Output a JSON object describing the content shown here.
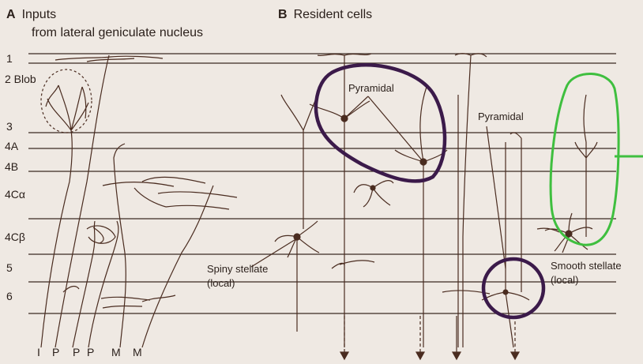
{
  "panel_a": {
    "letter": "A",
    "title_line1": "Inputs",
    "title_line2": "from lateral geniculate nucleus"
  },
  "panel_b": {
    "letter": "B",
    "title": "Resident cells"
  },
  "layers": [
    "1",
    "2 Blob",
    "3",
    "4A",
    "4B",
    "4Cα",
    "4Cβ",
    "5",
    "6"
  ],
  "axon_labels": [
    "I",
    "P",
    "P",
    "P",
    "M",
    "M"
  ],
  "cell_labels": {
    "pyramidal_1": "Pyramidal",
    "pyramidal_2": "Pyramidal",
    "spiny_stellate_line1": "Spiny stellate",
    "spiny_stellate_line2": "(local)",
    "smooth_stellate_line1": "Smooth stellate",
    "smooth_stellate_line2": "(local)"
  },
  "colors": {
    "ink": "#4a2c20",
    "marker_purple": "#3b1a4a",
    "marker_green": "#3fbf3f",
    "paper": "#efe9e3"
  }
}
